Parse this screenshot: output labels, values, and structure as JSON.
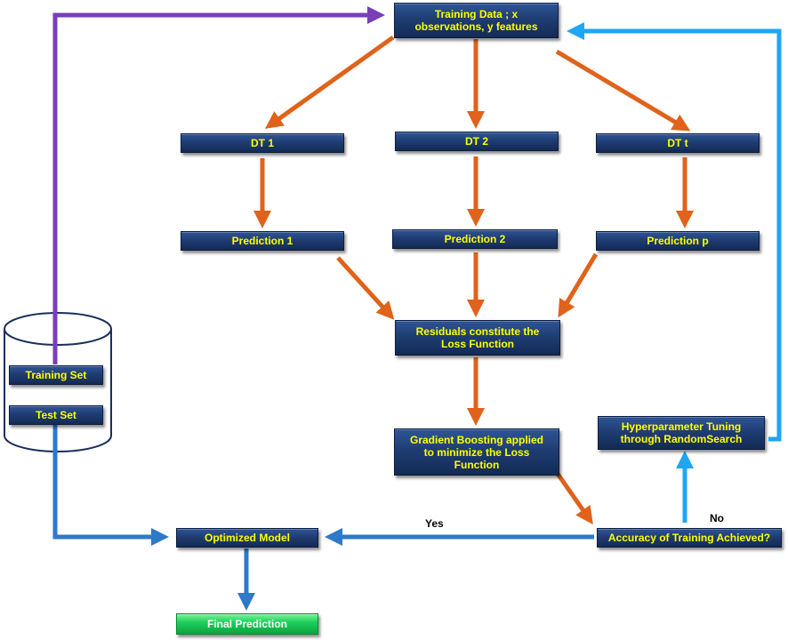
{
  "nodes": {
    "training_data": "Training Data ; x\nobservations, y features",
    "dt1": "DT 1",
    "dt2": "DT 2",
    "dtt": "DT t",
    "pred1": "Prediction 1",
    "pred2": "Prediction 2",
    "predp": "Prediction p",
    "residuals": "Residuals constitute the\nLoss Function",
    "gradient_boosting": "Gradient Boosting applied\nto minimize the Loss\nFunction",
    "hyperparameter": "Hyperparameter Tuning\nthrough RandomSearch",
    "accuracy": "Accuracy of Training Achieved?",
    "optimized_model": "Optimized Model",
    "final_prediction": "Final Prediction",
    "training_set": "Training Set",
    "test_set": "Test Set"
  },
  "edge_labels": {
    "yes": "Yes",
    "no": "No"
  },
  "colors": {
    "box_fill": "#1f3d73",
    "box_text": "#ffff00",
    "arrow_orange": "#e0621b",
    "arrow_blue": "#2e79c9",
    "arrow_light_blue": "#1fa6f2",
    "arrow_purple": "#7a3fb8",
    "final_green": "#1fd05b"
  }
}
